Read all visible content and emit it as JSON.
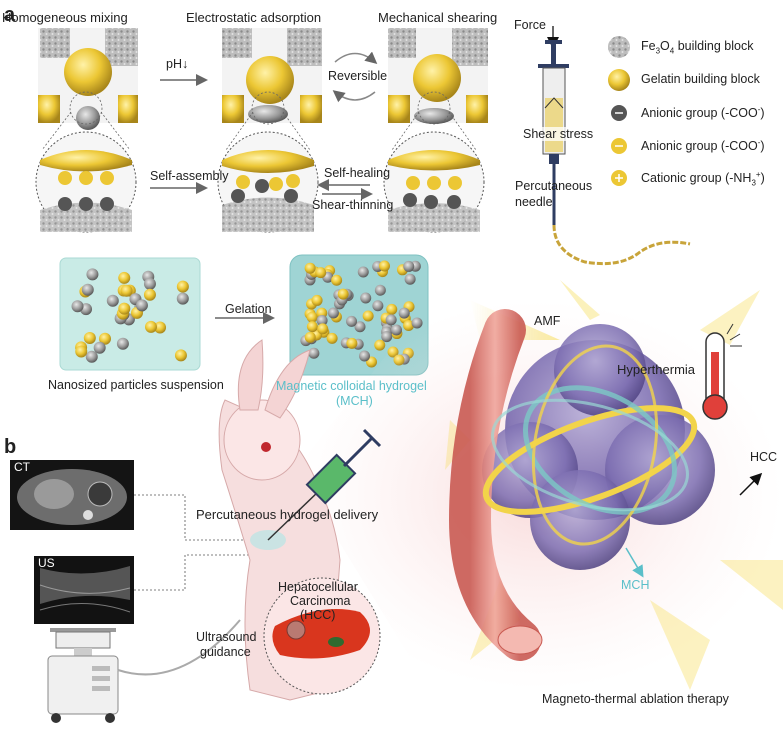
{
  "panel_a": {
    "letter": "a",
    "stage1": "Homogeneous mixing",
    "stage2": "Electrostatic adsorption",
    "stage3": "Mechanical shearing",
    "arrow_ph": "pH↓",
    "reversible": "Reversible",
    "self_assembly": "Self-assembly",
    "self_healing": "Self-healing",
    "shear_thinning": "Shear-thinning",
    "syringe": {
      "force": "Force",
      "shear_stress": "Shear stress",
      "needle": "Percutaneous needle"
    },
    "legend": [
      {
        "prefix": "Fe",
        "sub": "3",
        "mid": "O",
        "sub2": "4",
        "suffix": " building block",
        "icon": "fe3o4-block-icon"
      },
      {
        "text": "Gelatin building block",
        "icon": "gelatin-block-icon"
      },
      {
        "text": "Anionic group (-COO",
        "sup": "-",
        "end": ")",
        "icon": "anionic-gray-icon"
      },
      {
        "text": "Anionic group (-COO",
        "sup": "-",
        "end": ")",
        "icon": "anionic-yellow-icon"
      },
      {
        "text": "Cationic group (-NH",
        "sub": "3",
        "sup": "+",
        "end": ")",
        "icon": "cationic-yellow-icon"
      }
    ],
    "suspension": "Nanosized particles suspension",
    "gelation": "Gelation",
    "hydrogel": "Magnetic colloidal hydrogel",
    "hydrogel_abbr": "(MCH)"
  },
  "panel_b": {
    "letter": "b",
    "ct": "CT",
    "us": "US",
    "delivery": "Percutaneous hydrogel delivery",
    "ultrasound": "Ultrasound",
    "guidance": "guidance",
    "hcc_line1": "Hepatocellular",
    "hcc_line2": "Carcinoma",
    "hcc_line3": "(HCC)",
    "amf": "AMF",
    "hyperthermia": "Hyperthermia",
    "hcc": "HCC",
    "mch": "MCH",
    "therapy": "Magneto-thermal ablation therapy"
  },
  "colors": {
    "gelatin": "#ecc734",
    "fe3o4": "#9a9a9a",
    "hydrogel": "#9fd4d4",
    "liver": "#d9361e",
    "vessel": "#e88a80",
    "tumor": "#7b6cb0",
    "mch_text": "#5bbfc9"
  }
}
